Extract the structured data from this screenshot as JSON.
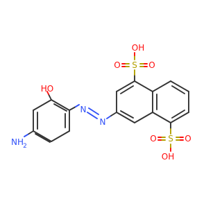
{
  "molecule": {
    "atoms": {
      "ho_phenol": "HO",
      "nh2": "NH",
      "nh2_sub": "2",
      "azo_n1": "N",
      "azo_n2": "N",
      "s_top": "S",
      "s_bottom": "S",
      "o_top_oh": "OH",
      "o_top_left": "O",
      "o_top_right": "O",
      "o_bottom_oh": "OH",
      "o_bottom_left": "O",
      "o_bottom_right": "O"
    },
    "colors": {
      "carbon_bond": "#333333",
      "oxygen": "#ff0d0d",
      "nitrogen": "#3050f8",
      "sulfur": "#b3a100"
    }
  }
}
